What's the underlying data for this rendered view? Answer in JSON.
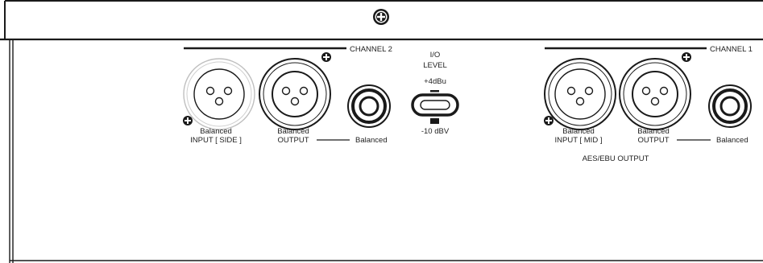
{
  "panel": {
    "channel2": {
      "title": "CHANNEL 2",
      "input_label_1": "Balanced",
      "input_label_2": "INPUT [ SIDE ]",
      "output_label_1": "Balanced",
      "output_label_2": "OUTPUT",
      "jack_label": "Balanced"
    },
    "io_level": {
      "title_1": "I/O",
      "title_2": "LEVEL",
      "top_option": "+4dBu",
      "bottom_option": "-10 dBV"
    },
    "channel1": {
      "title": "CHANNEL 1",
      "input_label_1": "Balanced",
      "input_label_2": "INPUT [ MID ]",
      "output_label_1": "Balanced",
      "output_label_2": "OUTPUT",
      "jack_label": "Balanced",
      "digital_label": "AES/EBU OUTPUT"
    }
  },
  "icons": [
    "rack-screw-icon",
    "mounting-screw-icon",
    "xlr-female-icon",
    "xlr-male-icon",
    "jack-socket-icon",
    "slide-switch-icon"
  ],
  "colors": {
    "line": "#1a1a1a",
    "panel": "#ffffff",
    "ring_light": "#bfbfbf"
  }
}
